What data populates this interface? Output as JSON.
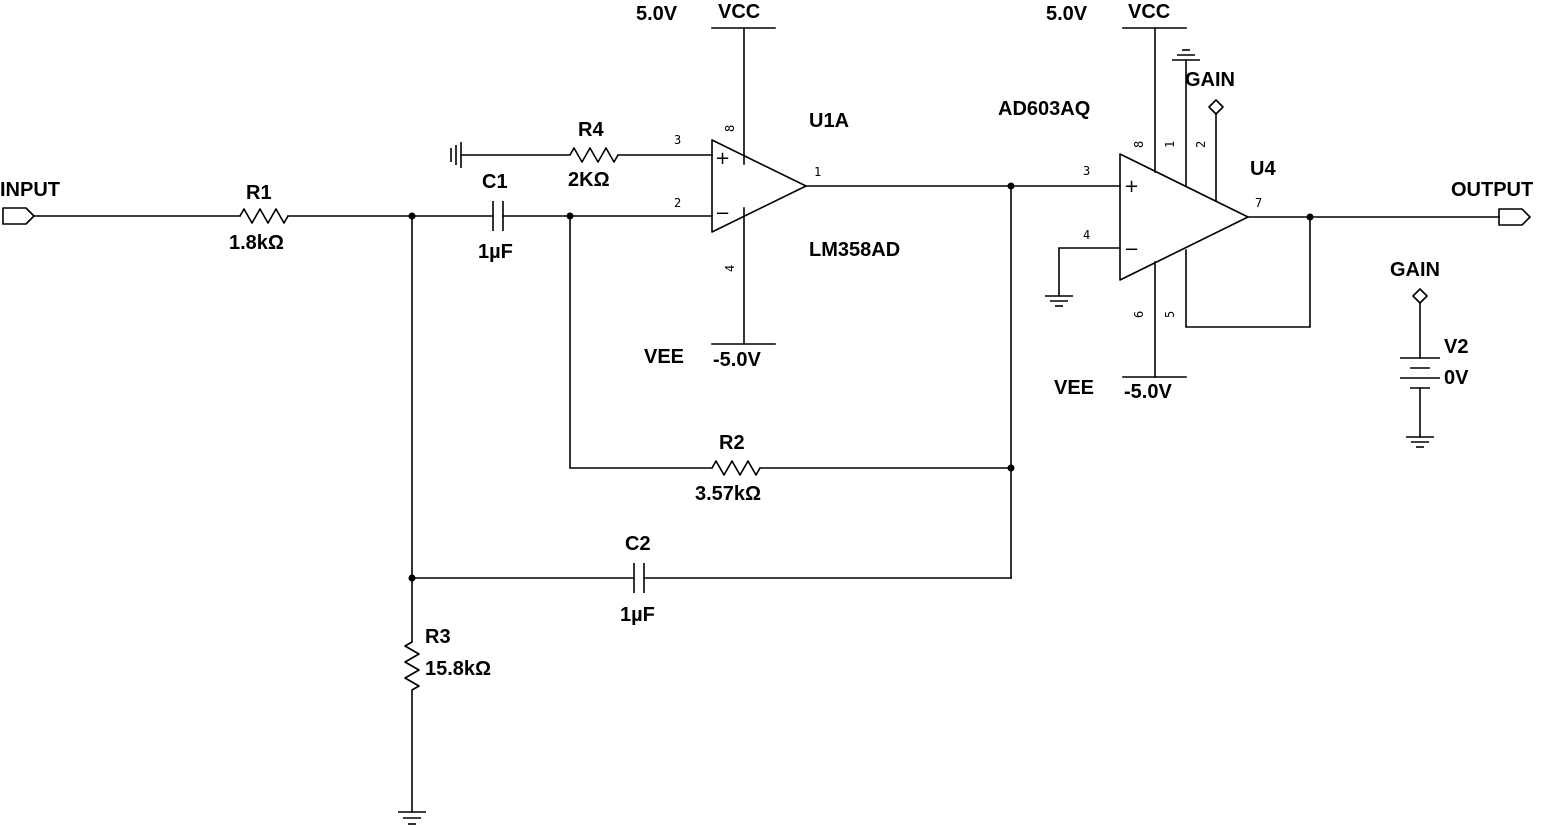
{
  "ports": {
    "input": "INPUT",
    "output": "OUTPUT",
    "gain_pin_label": "GAIN",
    "gain_source_label": "GAIN"
  },
  "components": {
    "R1": {
      "ref": "R1",
      "value": "1.8kΩ"
    },
    "R2": {
      "ref": "R2",
      "value": "3.57kΩ"
    },
    "R3": {
      "ref": "R3",
      "value": "15.8kΩ"
    },
    "R4": {
      "ref": "R4",
      "value": "2KΩ"
    },
    "C1": {
      "ref": "C1",
      "value": "1µF"
    },
    "C2": {
      "ref": "C2",
      "value": "1µF"
    },
    "V2": {
      "ref": "V2",
      "value": "0V"
    },
    "U1A": {
      "ref": "U1A",
      "part": "LM358AD",
      "pins": {
        "noninv": "3",
        "inv": "2",
        "out": "1",
        "vcc": "8",
        "vee": "4"
      }
    },
    "U4": {
      "ref": "U4",
      "part": "AD603AQ",
      "pins": {
        "noninv": "3",
        "inv": "4",
        "out": "7",
        "p8": "8",
        "p1": "1",
        "p2": "2",
        "p6": "6",
        "p5": "5"
      }
    }
  },
  "rails": {
    "u1_vcc_name": "VCC",
    "u1_vcc_value": "5.0V",
    "u1_vee_name": "VEE",
    "u1_vee_value": "-5.0V",
    "u4_vcc_name": "VCC",
    "u4_vcc_value": "5.0V",
    "u4_vee_name": "VEE",
    "u4_vee_value": "-5.0V"
  },
  "symbols": {
    "plus": "+",
    "minus": "−"
  }
}
